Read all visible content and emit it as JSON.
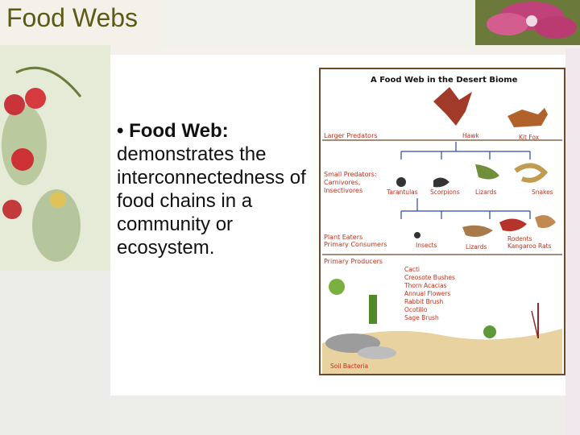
{
  "slide": {
    "title": "Food Webs",
    "bullet_term": "• Food Web:",
    "bullet_body": "demonstrates the interconnectedness of food chains in a community or ecosystem."
  },
  "diagram": {
    "title": "A Food Web in the Desert Biome",
    "tiers": {
      "larger_predators": "Larger Predators",
      "small_predators_1": "Small Predators:",
      "small_predators_2": "Carnivores,",
      "small_predators_3": "Insectivores",
      "plant_eaters_1": "Plant Eaters",
      "plant_eaters_2": "Primary Consumers",
      "primary_producers": "Primary Producers"
    },
    "animals": {
      "hawk": "Hawk",
      "kit_fox": "Kit Fox",
      "tarantulas": "Tarantulas",
      "scorpions": "Scorpions",
      "lizards_small": "Lizards",
      "snakes": "Snakes",
      "insects": "Insects",
      "lizards_plant": "Lizards",
      "rodents": "Rodents",
      "kangaroo_rats": "Kangaroo Rats"
    },
    "producers": [
      "Cacti",
      "Creosote Bushes",
      "Thorn Acacias",
      "Annual Flowers",
      "Rabbit Brush",
      "Ocotillo",
      "Sage Brush"
    ],
    "soil": "Soil Bacteria"
  }
}
